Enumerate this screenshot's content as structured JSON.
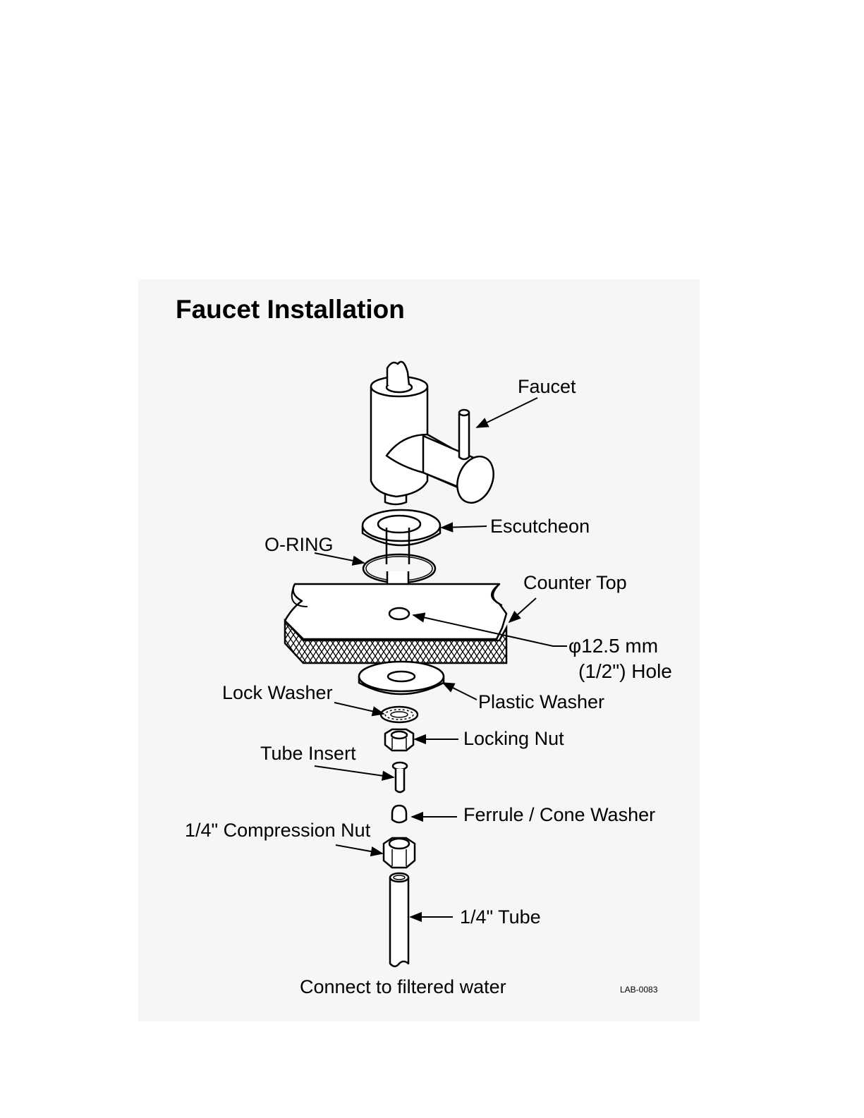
{
  "title": "Faucet Installation",
  "drawing_code": "LAB-0083",
  "labels": {
    "faucet": "Faucet",
    "escutcheon": "Escutcheon",
    "o_ring": "O-RING",
    "counter_top": "Counter Top",
    "hole_size": "φ12.5 mm",
    "hole_size_inch": "(1/2\") Hole",
    "plastic_washer": "Plastic Washer",
    "lock_washer": "Lock Washer",
    "locking_nut": "Locking Nut",
    "tube_insert": "Tube Insert",
    "ferrule": "Ferrule / Cone Washer",
    "compression_nut": "1/4\" Compression Nut",
    "tube": "1/4\" Tube",
    "connect": "Connect to filtered water"
  }
}
